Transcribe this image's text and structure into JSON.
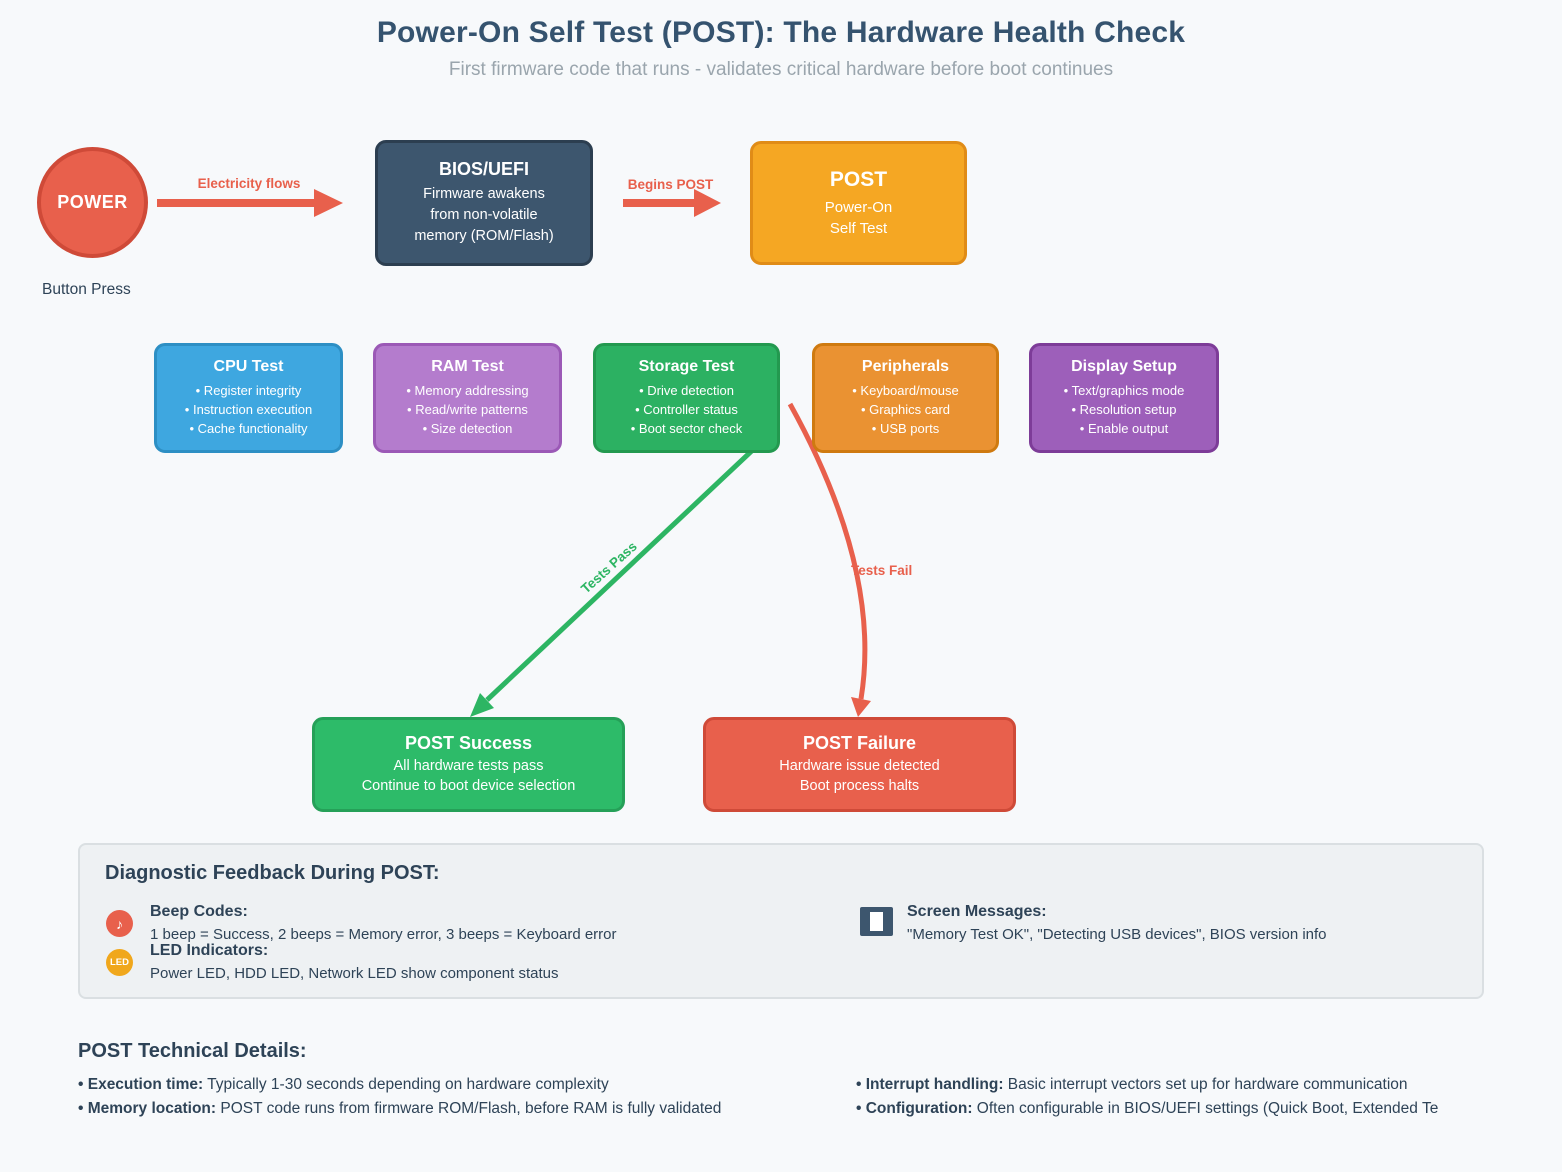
{
  "page": {
    "title": "Power-On Self Test (POST): The Hardware Health Check",
    "subtitle": "First firmware code that runs - validates critical hardware before boot continues"
  },
  "flow": {
    "power_label": "POWER",
    "power_caption": "Button Press",
    "arrow1_label": "Electricity flows",
    "bios_title": "BIOS/UEFI",
    "bios_lines": [
      "Firmware awakens",
      "from non-volatile",
      "memory (ROM/Flash)"
    ],
    "arrow2_label": "Begins POST",
    "post_title": "POST",
    "post_lines": [
      "Power-On",
      "Self Test"
    ]
  },
  "tests": [
    {
      "title": "CPU Test",
      "items": [
        "• Register integrity",
        "• Instruction execution",
        "• Cache functionality"
      ]
    },
    {
      "title": "RAM Test",
      "items": [
        "• Memory addressing",
        "• Read/write patterns",
        "• Size detection"
      ]
    },
    {
      "title": "Storage Test",
      "items": [
        "• Drive detection",
        "• Controller status",
        "• Boot sector check"
      ]
    },
    {
      "title": "Peripherals",
      "items": [
        "• Keyboard/mouse",
        "• Graphics card",
        "• USB ports"
      ]
    },
    {
      "title": "Display Setup",
      "items": [
        "• Text/graphics mode",
        "• Resolution setup",
        "• Enable output"
      ]
    }
  ],
  "branches": {
    "pass_label": "Tests Pass",
    "fail_label": "Tests Fail"
  },
  "outcomes": {
    "success_title": "POST Success",
    "success_lines": [
      "All hardware tests pass",
      "Continue to boot device selection"
    ],
    "failure_title": "POST Failure",
    "failure_lines": [
      "Hardware issue detected",
      "Boot process halts"
    ]
  },
  "diagnostics": {
    "heading": "Diagnostic Feedback During POST:",
    "beep_icon_glyph": "♪",
    "beep_title": "Beep Codes:",
    "beep_text": "1 beep = Success, 2 beeps = Memory error, 3 beeps = Keyboard error",
    "led_icon_label": "LED",
    "led_title": "LED Indicators:",
    "led_text": "Power LED, HDD LED, Network LED show component status",
    "screen_title": "Screen Messages:",
    "screen_text": "\"Memory Test OK\", \"Detecting USB devices\", BIOS version info"
  },
  "technical": {
    "heading": "POST Technical Details:",
    "bullets_left": [
      {
        "label": "• Execution time:",
        "text": " Typically 1-30 seconds depending on hardware complexity"
      },
      {
        "label": "• Memory location:",
        "text": " POST code runs from firmware ROM/Flash, before RAM is fully validated"
      }
    ],
    "bullets_right": [
      {
        "label": "• Interrupt handling:",
        "text": " Basic interrupt vectors set up for hardware communication"
      },
      {
        "label": "• Configuration:",
        "text": " Often configurable in BIOS/UEFI settings (Quick Boot, Extended Te"
      }
    ]
  },
  "colors": {
    "accent_red": "#e8604c",
    "slate": "#3d566e",
    "amber": "#f5a723",
    "blue": "#3ea7e0",
    "light_purple": "#b47ccd",
    "green": "#2cb162",
    "orange": "#ea9232",
    "purple": "#9d5fba",
    "success_green": "#2dbb69",
    "pass_green": "#2db563",
    "text_dark": "#2e4357",
    "panel_bg": "#eef1f3",
    "page_bg": "#f7f9fb"
  }
}
